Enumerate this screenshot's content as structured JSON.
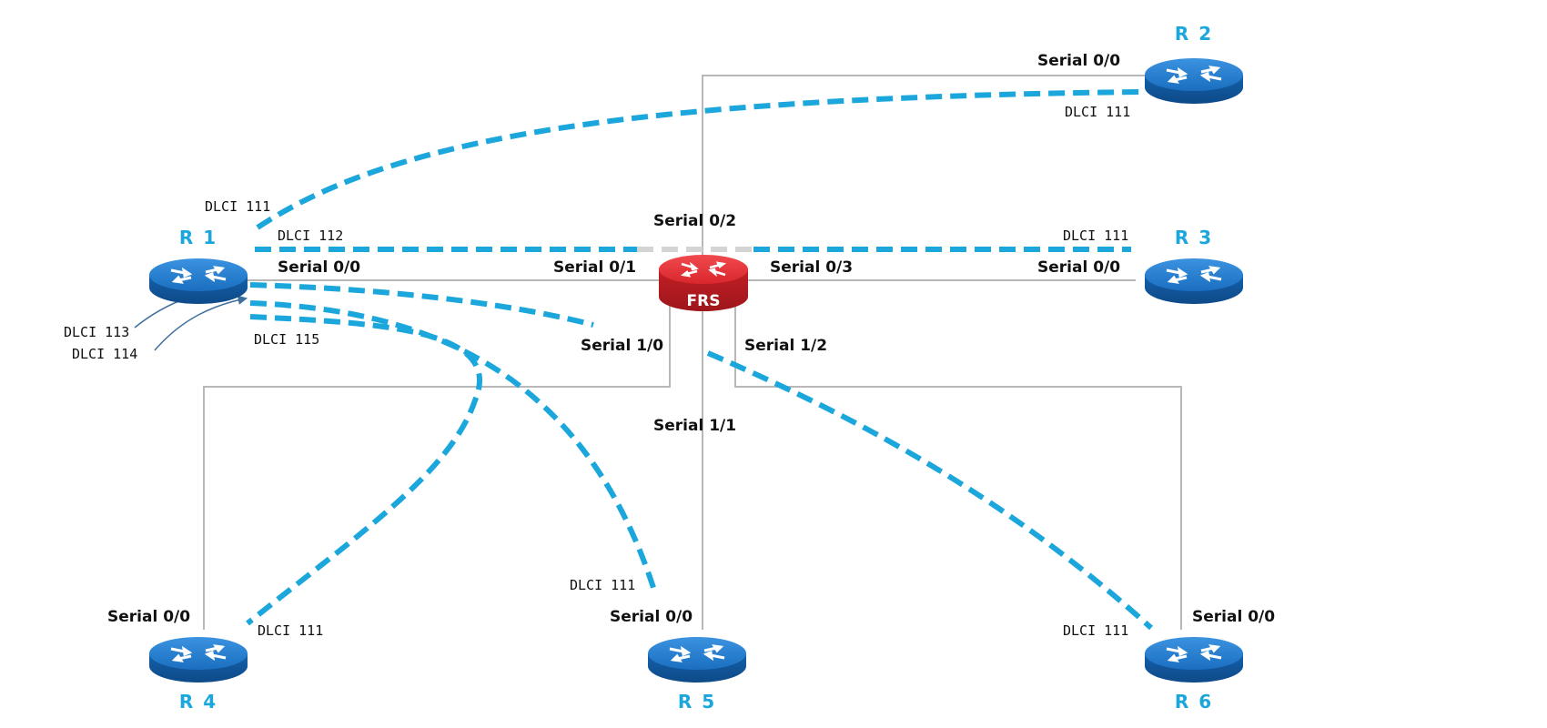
{
  "routers": {
    "r1": {
      "name": "R 1"
    },
    "r2": {
      "name": "R 2"
    },
    "r3": {
      "name": "R 3"
    },
    "r4": {
      "name": "R 4"
    },
    "r5": {
      "name": "R 5"
    },
    "r6": {
      "name": "R 6"
    },
    "frs": {
      "name": "FRS"
    }
  },
  "interfaces": {
    "r1_s00": "Serial 0/0",
    "r2_s00": "Serial 0/0",
    "r3_s00": "Serial 0/0",
    "r4_s00": "Serial 0/0",
    "r5_s00": "Serial 0/0",
    "r6_s00": "Serial 0/0",
    "frs_s01": "Serial 0/1",
    "frs_s02": "Serial 0/2",
    "frs_s03": "Serial 0/3",
    "frs_s10": "Serial 1/0",
    "frs_s11": "Serial 1/1",
    "frs_s12": "Serial 1/2"
  },
  "dlci": {
    "r1_111": "DLCI 111",
    "r1_112": "DLCI 112",
    "r1_113": "DLCI 113",
    "r1_114": "DLCI 114",
    "r1_115": "DLCI 115",
    "r2_111": "DLCI 111",
    "r3_111": "DLCI 111",
    "r4_111": "DLCI 111",
    "r5_111": "DLCI 111",
    "r6_111": "DLCI 111"
  },
  "colors": {
    "router_blue": "#1a6fc0",
    "frs_red": "#d9262c",
    "virtual_circuit": "#1ba7dc",
    "physical_link": "#b8b8b8"
  },
  "icons": {
    "router": "router-icon",
    "switch": "frame-relay-switch-icon"
  }
}
